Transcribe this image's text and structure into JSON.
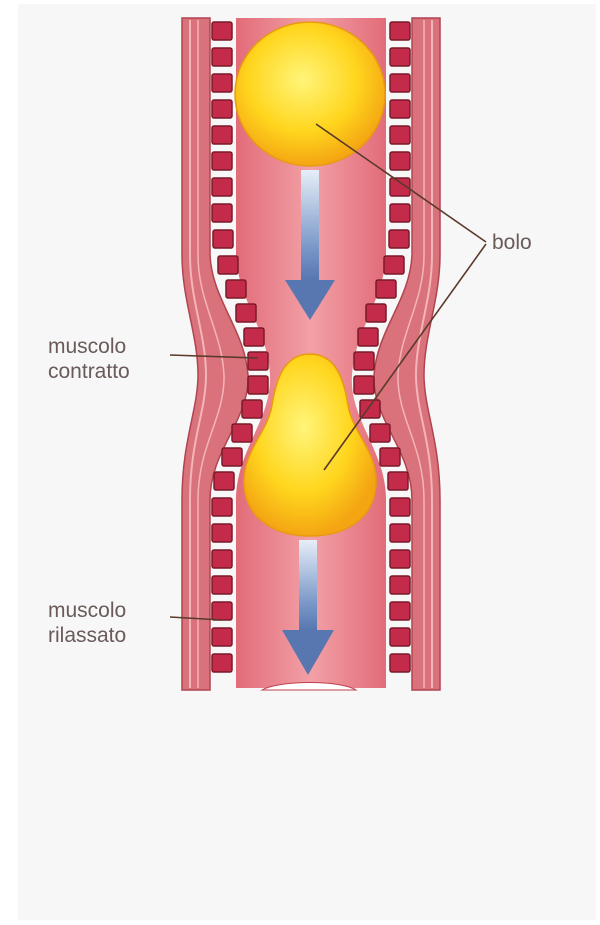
{
  "diagram": {
    "labels": {
      "bolo": "bolo",
      "contracted": [
        "muscolo",
        "contratto"
      ],
      "relaxed": [
        "muscolo",
        "rilassato"
      ]
    },
    "colors": {
      "tube_outer": "#d9727a",
      "tube_inner": "#e8808a",
      "muscle_cell": "#c42a4a",
      "bolus": "#ffd21e",
      "bolus_highlight": "#fff27a",
      "arrow": "#6f90c4",
      "label_text": "#6a5a5a",
      "leader_line": "#5a3a2a"
    }
  }
}
